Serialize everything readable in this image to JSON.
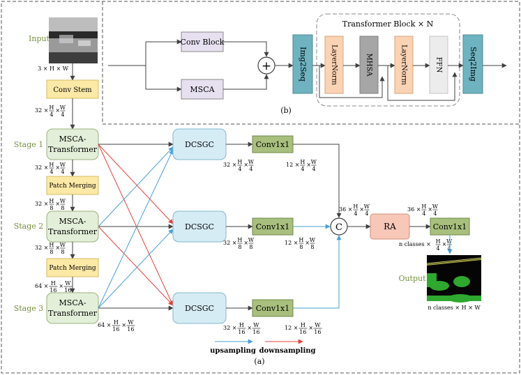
{
  "transformer_block": {
    "title": "Transformer Block × N",
    "conv_block": "Conv Block",
    "msca": "MSCA",
    "img2seq": "Img2Seq",
    "layernorm1": "LayerNorm",
    "mhsa": "MHSA",
    "layernorm2": "LayerNorm",
    "ffn": "FFN",
    "seq2img": "Seq2Img",
    "add_symbol": "+",
    "caption": "(b)"
  },
  "encoder": {
    "input_label": "Input",
    "input_dim": "3 × H × W",
    "conv_stem": "Conv Stem",
    "stage1_label": "Stage 1",
    "stage2_label": "Stage 2",
    "stage3_label": "Stage 3",
    "block_line1": "MSCA-",
    "block_line2": "Transformer",
    "patch_merging": "Patch Merging"
  },
  "decoder": {
    "dcsgc": "DCSGC",
    "conv1x1": "Conv1x1",
    "concat_symbol": "C",
    "ra": "RA",
    "output_label": "Output"
  },
  "dims": {
    "stem_out": {
      "ch": "32",
      "h": "H",
      "hd": "4",
      "w": "W",
      "wd": "4"
    },
    "s1_out": {
      "ch": "32",
      "h": "H",
      "hd": "4",
      "w": "W",
      "wd": "4"
    },
    "pm1_out": {
      "ch": "32",
      "h": "H",
      "hd": "8",
      "w": "W",
      "wd": "8"
    },
    "s2_out": {
      "ch": "32",
      "h": "H",
      "hd": "8",
      "w": "W",
      "wd": "8"
    },
    "pm2_out": {
      "ch": "64",
      "h": "H",
      "hd": "16",
      "w": "W",
      "wd": "16"
    },
    "s3_out": {
      "ch": "64",
      "h": "H",
      "hd": "16",
      "w": "W",
      "wd": "16"
    },
    "dc1_out": {
      "ch": "32",
      "h": "H",
      "hd": "4",
      "w": "W",
      "wd": "4"
    },
    "dc2_out": {
      "ch": "32",
      "h": "H",
      "hd": "8",
      "w": "W",
      "wd": "8"
    },
    "dc3_out": {
      "ch": "32",
      "h": "H",
      "hd": "16",
      "w": "W",
      "wd": "16"
    },
    "c1_out": {
      "ch": "12",
      "h": "H",
      "hd": "4",
      "w": "W",
      "wd": "4"
    },
    "c2_out": {
      "ch": "12",
      "h": "H",
      "hd": "8",
      "w": "W",
      "wd": "8"
    },
    "c3_out": {
      "ch": "12",
      "h": "H",
      "hd": "16",
      "w": "W",
      "wd": "16"
    },
    "cat_out": {
      "ch": "36",
      "h": "H",
      "hd": "4",
      "w": "W",
      "wd": "4"
    },
    "ra_out": {
      "ch": "36",
      "h": "H",
      "hd": "4",
      "w": "W",
      "wd": "4"
    },
    "final_out": {
      "ch": "n classes",
      "h": "H",
      "hd": "4",
      "w": "W",
      "wd": "4"
    },
    "output_dim": "n classes × H × W"
  },
  "legend": {
    "upsampling": "upsampling",
    "downsampling": "downsampling",
    "upsampling_color": "#4a9fd8",
    "downsampling_color": "#e8413c"
  },
  "caption_a": "(a)",
  "colors": {
    "stage_fill": "#e3efd9",
    "stem_fill": "#fde9a6",
    "dcsgc_fill": "#d6ecf5",
    "conv_fill": "#a8bf7e",
    "ra_fill": "#f7c7b8",
    "teal_fill": "#6fb3c0",
    "lavender_fill": "#e6e0f0",
    "peach_fill": "#fad3b4",
    "gray_fill": "#a6a6a6",
    "light_gray_fill": "#ececec",
    "green_text": "#76923c"
  }
}
